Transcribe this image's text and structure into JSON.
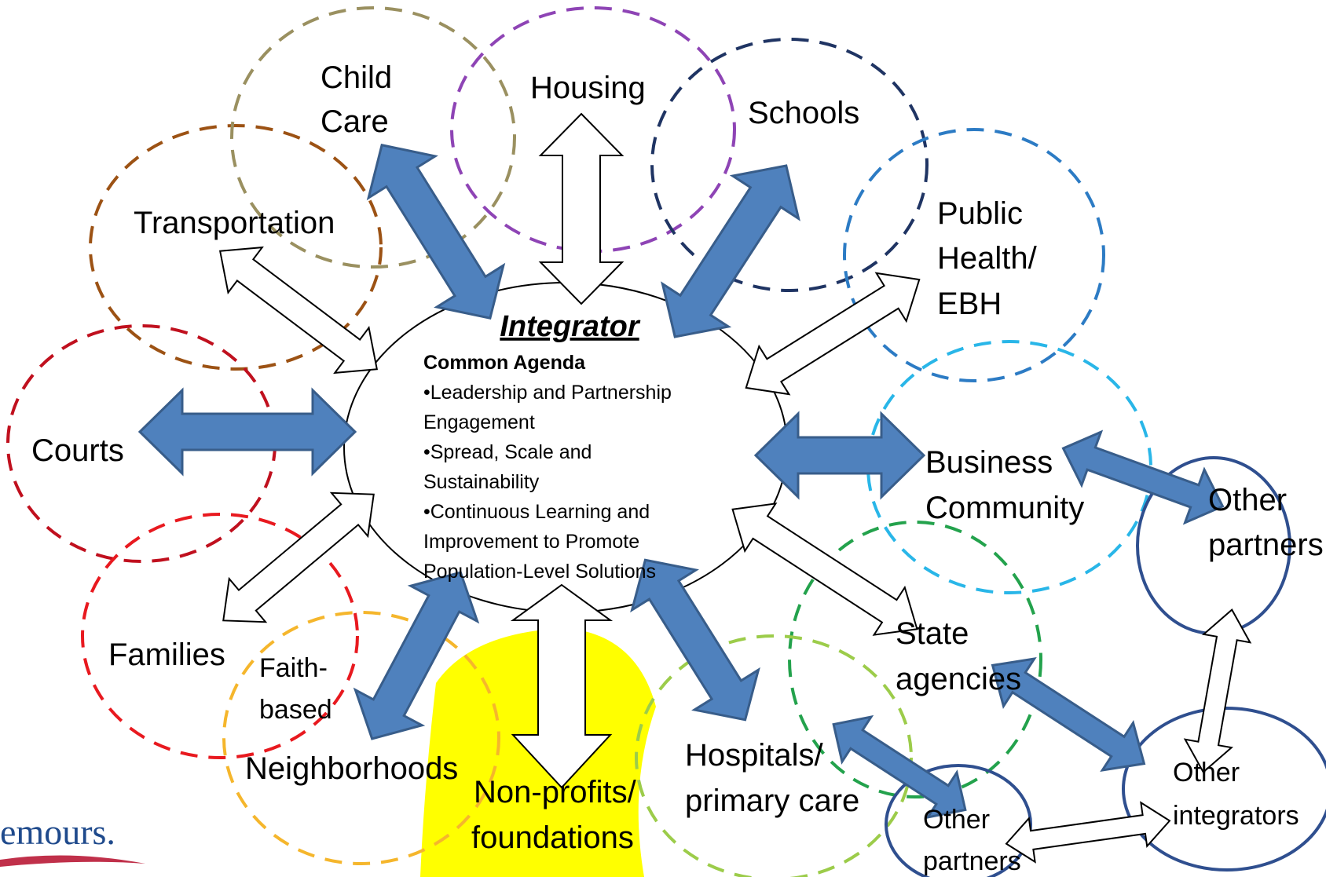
{
  "integrator": {
    "title": "Integrator",
    "agenda_title": "Common Agenda",
    "agenda_lines": [
      "•Leadership and Partnership",
      "Engagement",
      "•Spread, Scale and",
      "Sustainability",
      "•Continuous Learning and",
      "Improvement to Promote",
      "Population-Level Solutions"
    ]
  },
  "sectors": {
    "child_care": [
      "Child",
      "Care"
    ],
    "housing": "Housing",
    "schools": "Schools",
    "transportation": "Transportation",
    "public_health": [
      "Public",
      "Health/",
      "EBH"
    ],
    "courts": "Courts",
    "business": [
      "Business",
      "Community"
    ],
    "families": "Families",
    "faith_based": [
      "Faith-",
      "based"
    ],
    "neighborhoods": "Neighborhoods",
    "non_profits": [
      "Non-profits/",
      "foundations"
    ],
    "hospitals": [
      "Hospitals/",
      "primary care"
    ],
    "state_agencies": [
      "State",
      "agencies"
    ]
  },
  "external": {
    "other_partners_top": [
      "Other",
      "partners"
    ],
    "other_integrators": [
      "Other",
      "integrators"
    ],
    "other_partners_bottom": [
      "Other",
      "partners"
    ]
  },
  "logo": "emours.",
  "colors": {
    "blue_arrow": "#4f81bd",
    "blue_arrow_stroke": "#385d8a",
    "highlight_yellow": "#ffff00",
    "external_circle": "#2f4f8f",
    "logo_blue": "#1f4a8c",
    "logo_red": "#c0304a"
  }
}
